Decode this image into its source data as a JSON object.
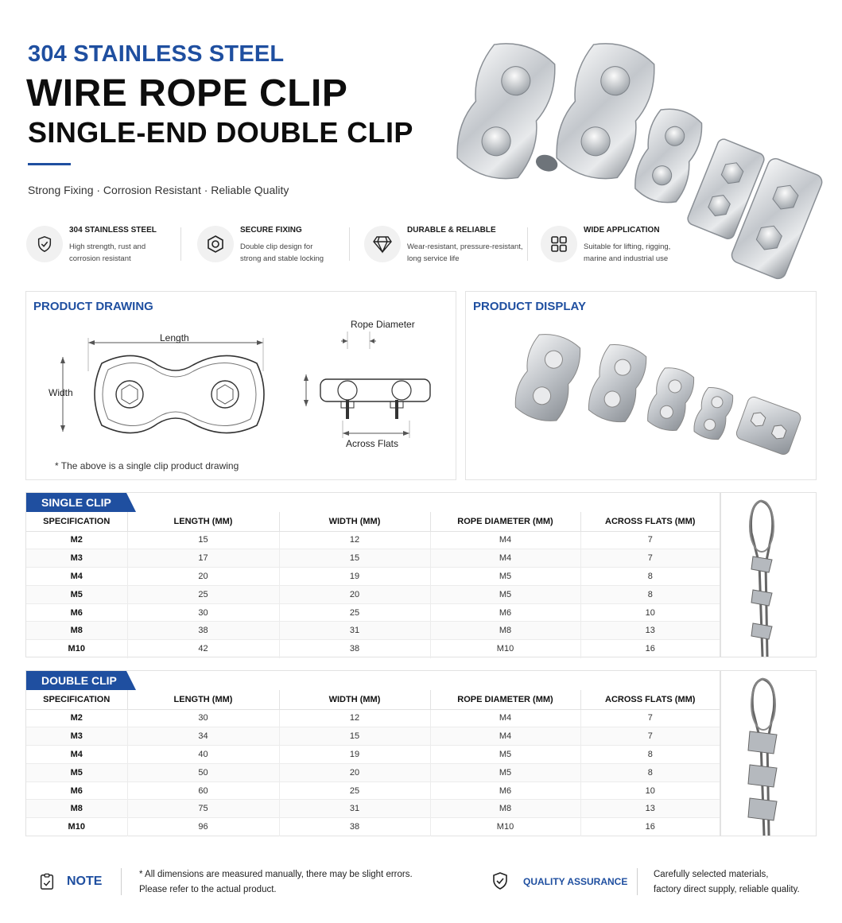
{
  "header": {
    "kicker": "304 STAINLESS STEEL",
    "title": "WIRE ROPE CLIP",
    "subtitle": "SINGLE-END DOUBLE CLIP",
    "tagline": "Strong Fixing · Corrosion Resistant · Reliable Quality"
  },
  "features": [
    {
      "icon": "shield-icon",
      "title": "304 STAINLESS STEEL",
      "desc1": "High strength, rust and",
      "desc2": "corrosion resistant"
    },
    {
      "icon": "hex-nut-icon",
      "title": "SECURE FIXING",
      "desc1": "Double clip design for",
      "desc2": "strong and stable locking"
    },
    {
      "icon": "diamond-icon",
      "title": "DURABLE & RELIABLE",
      "desc1": "Wear-resistant, pressure-resistant,",
      "desc2": "long service life"
    },
    {
      "icon": "grid-icon",
      "title": "WIDE APPLICATION",
      "desc1": "Suitable for lifting, rigging,",
      "desc2": "marine and industrial use"
    }
  ],
  "drawing": {
    "heading": "PRODUCT DRAWING",
    "length_label": "Length",
    "width_label": "Width",
    "rope_label": "Rope Diameter",
    "flats_label": "Across Flats",
    "footnote": "* The above is a single clip product drawing"
  },
  "display": {
    "heading": "PRODUCT DISPLAY"
  },
  "single": {
    "tag": "SINGLE CLIP",
    "headers": [
      "SPECIFICATION",
      "LENGTH (MM)",
      "WIDTH (MM)",
      "ROPE DIAMETER (MM)",
      "ACROSS FLATS (MM)"
    ],
    "rows": [
      [
        "M2",
        "15",
        "12",
        "M4",
        "7"
      ],
      [
        "M3",
        "17",
        "15",
        "M4",
        "7"
      ],
      [
        "M4",
        "20",
        "19",
        "M5",
        "8"
      ],
      [
        "M5",
        "25",
        "20",
        "M5",
        "8"
      ],
      [
        "M6",
        "30",
        "25",
        "M6",
        "10"
      ],
      [
        "M8",
        "38",
        "31",
        "M8",
        "13"
      ],
      [
        "M10",
        "42",
        "38",
        "M10",
        "16"
      ]
    ]
  },
  "double": {
    "tag": "DOUBLE CLIP",
    "headers": [
      "SPECIFICATION",
      "LENGTH (MM)",
      "WIDTH (MM)",
      "ROPE DIAMETER (MM)",
      "ACROSS FLATS (MM)"
    ],
    "rows": [
      [
        "M2",
        "30",
        "12",
        "M4",
        "7"
      ],
      [
        "M3",
        "34",
        "15",
        "M4",
        "7"
      ],
      [
        "M4",
        "40",
        "19",
        "M5",
        "8"
      ],
      [
        "M5",
        "50",
        "20",
        "M5",
        "8"
      ],
      [
        "M6",
        "60",
        "25",
        "M6",
        "10"
      ],
      [
        "M8",
        "75",
        "31",
        "M8",
        "13"
      ],
      [
        "M10",
        "96",
        "38",
        "M10",
        "16"
      ]
    ]
  },
  "footer": {
    "note_title": "NOTE",
    "note_line1": "* All dimensions are measured manually, there may be slight errors.",
    "note_line2": "Please refer to the actual product.",
    "qa_title": "QUALITY ASSURANCE",
    "qa_line1": "Carefully selected materials,",
    "qa_line2": "factory direct supply, reliable quality."
  },
  "colors": {
    "accent": "#1f4fa0",
    "steel": "#c9ccd0"
  }
}
